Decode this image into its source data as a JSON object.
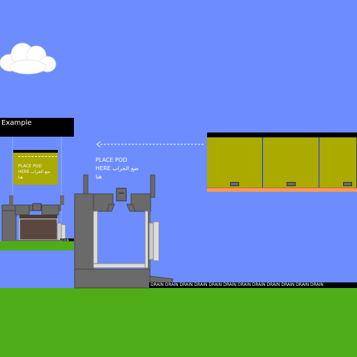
{
  "example": {
    "title": "Example",
    "hint_line1": "PLACE POD",
    "hint_line2": "HERE ضع الجراب",
    "hint_line3": "هنا",
    "drain_label": "DRAIN"
  },
  "machine": {
    "hint_line1": "PLACE POD",
    "hint_line2": "HERE ضع الجراب",
    "hint_line3": "هنا"
  },
  "tray": {
    "pods": [
      "pod-1",
      "pod-2",
      "pod-3"
    ]
  },
  "drain_strip": {
    "label": "DRAIN DRAIN DRAIN DRAIN DRAIN DRAIN DRAIN DRAIN DRAIN DRAIN DRAIN DRAIN"
  },
  "colors": {
    "sky": "#6d8dff",
    "grass": "#4fae18",
    "pod": "#aaaa00",
    "tray_base": "#ff9955",
    "machine": "#6a6a6a"
  }
}
